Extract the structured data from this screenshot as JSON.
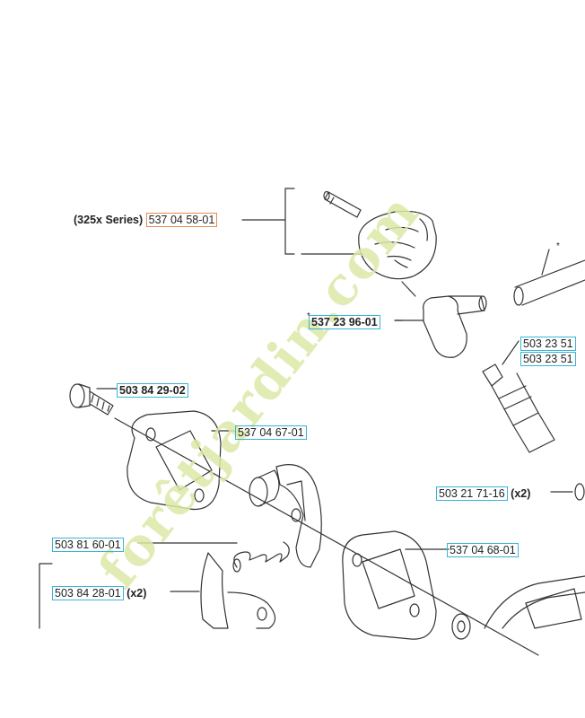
{
  "labels": {
    "series_note": "(325x Series)",
    "pn_cap": "537 04 58-01",
    "pn_boot": "537 23 96-01",
    "pn_boot_star": "*",
    "pn_wire_star": "*",
    "pn_spark1": "503 23 51",
    "pn_spark2": "503 23 51",
    "pn_screw": "503 84 29-02",
    "pn_plate1": "537 04 67-01",
    "pn_nut": "503 21 71-16",
    "pn_nut_qty": "(x2)",
    "pn_spring": "503 81 60-01",
    "pn_plate2": "537 04 68-01",
    "pn_washer": "503 84 28-01",
    "pn_washer_qty": "(x2)"
  },
  "watermark": {
    "text": "forêtjardin.com",
    "color": "#c5dc7a"
  },
  "colors": {
    "box_blue": "#39b4d6",
    "box_orange": "#e88a4f",
    "line": "#333333"
  }
}
